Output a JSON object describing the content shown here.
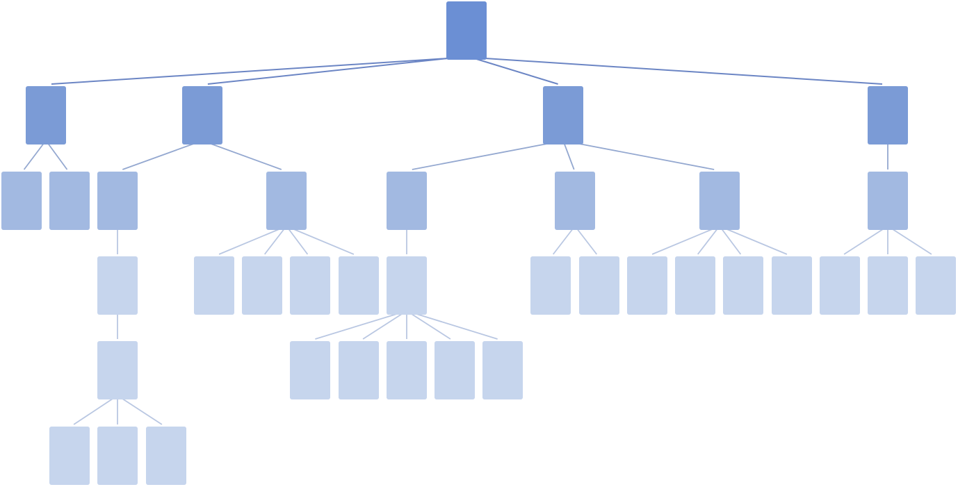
{
  "diagram": {
    "type": "tree",
    "level_colors": [
      "#6b8fd4",
      "#7b9bd6",
      "#a2b9e1",
      "#c6d5ed",
      "#c6d5ed",
      "#c6d5ed"
    ],
    "edge_colors": [
      "#6b85c4",
      "#94a8d0",
      "#b9c7e2",
      "#b9c7e2",
      "#b9c7e2"
    ],
    "root": {
      "id": "n0",
      "children": [
        {
          "id": "n1",
          "children": [
            {
              "id": "n1a"
            },
            {
              "id": "n1b"
            }
          ]
        },
        {
          "id": "n2",
          "children": [
            {
              "id": "n2a",
              "children": [
                {
                  "id": "n2a1",
                  "children": [
                    {
                      "id": "n2a1a",
                      "children": [
                        {
                          "id": "n2a1a1"
                        },
                        {
                          "id": "n2a1a2"
                        },
                        {
                          "id": "n2a1a3"
                        }
                      ]
                    }
                  ]
                }
              ]
            },
            {
              "id": "n2b",
              "children": [
                {
                  "id": "n2b1"
                },
                {
                  "id": "n2b2"
                },
                {
                  "id": "n2b3"
                },
                {
                  "id": "n2b4"
                }
              ]
            }
          ]
        },
        {
          "id": "n3",
          "children": [
            {
              "id": "n3a",
              "children": [
                {
                  "id": "n3a1",
                  "children": [
                    {
                      "id": "n3a1a"
                    },
                    {
                      "id": "n3a1b"
                    },
                    {
                      "id": "n3a1c"
                    },
                    {
                      "id": "n3a1d"
                    },
                    {
                      "id": "n3a1e"
                    }
                  ]
                }
              ]
            },
            {
              "id": "n3b",
              "children": [
                {
                  "id": "n3b1"
                },
                {
                  "id": "n3b2"
                }
              ]
            },
            {
              "id": "n3c",
              "children": [
                {
                  "id": "n3c1"
                },
                {
                  "id": "n3c2"
                },
                {
                  "id": "n3c3"
                },
                {
                  "id": "n3c4"
                }
              ]
            }
          ]
        },
        {
          "id": "n4",
          "children": [
            {
              "id": "n4a",
              "children": [
                {
                  "id": "n4a1"
                },
                {
                  "id": "n4a2"
                },
                {
                  "id": "n4a3"
                }
              ]
            }
          ]
        }
      ]
    }
  }
}
